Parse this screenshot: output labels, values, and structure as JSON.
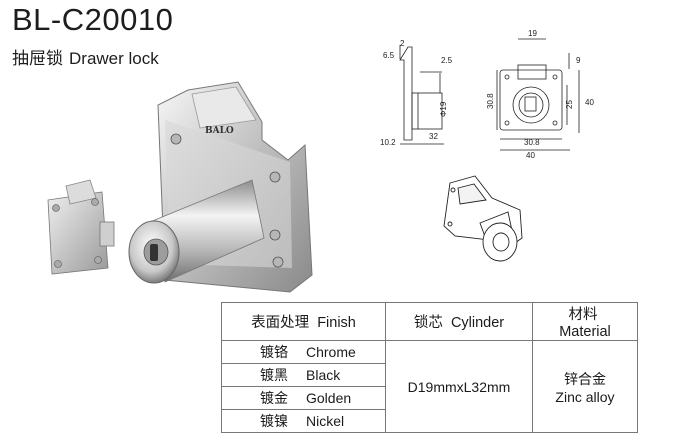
{
  "title": "BL-C20010",
  "subtitle": {
    "cn": "抽屉锁",
    "en": "Drawer lock"
  },
  "photo": {
    "brand": "BALO"
  },
  "drawing": {
    "dims": {
      "d2": "2",
      "d6_5": "6.5",
      "d2_5": "2.5",
      "d19_dia": "Φ19",
      "d10_2": "10.2",
      "d32": "32",
      "d19": "19",
      "d9": "9",
      "d30_8_v": "30.8",
      "d25": "25",
      "d40_v": "40",
      "d30_8_h": "30.8",
      "d40_h": "40"
    }
  },
  "table": {
    "headers": {
      "finish": {
        "cn": "表面处理",
        "en": "Finish"
      },
      "cylinder": {
        "cn": "锁芯",
        "en": "Cylinder"
      },
      "material": {
        "cn": "材料",
        "en": "Material"
      }
    },
    "finishes": [
      {
        "cn": "镀铬",
        "en": "Chrome"
      },
      {
        "cn": "镀黑",
        "en": "Black"
      },
      {
        "cn": "镀金",
        "en": "Golden"
      },
      {
        "cn": "镀镍",
        "en": "Nickel"
      }
    ],
    "cylinder": "D19mmxL32mm",
    "material": {
      "cn": "锌合金",
      "en": "Zinc alloy"
    }
  }
}
